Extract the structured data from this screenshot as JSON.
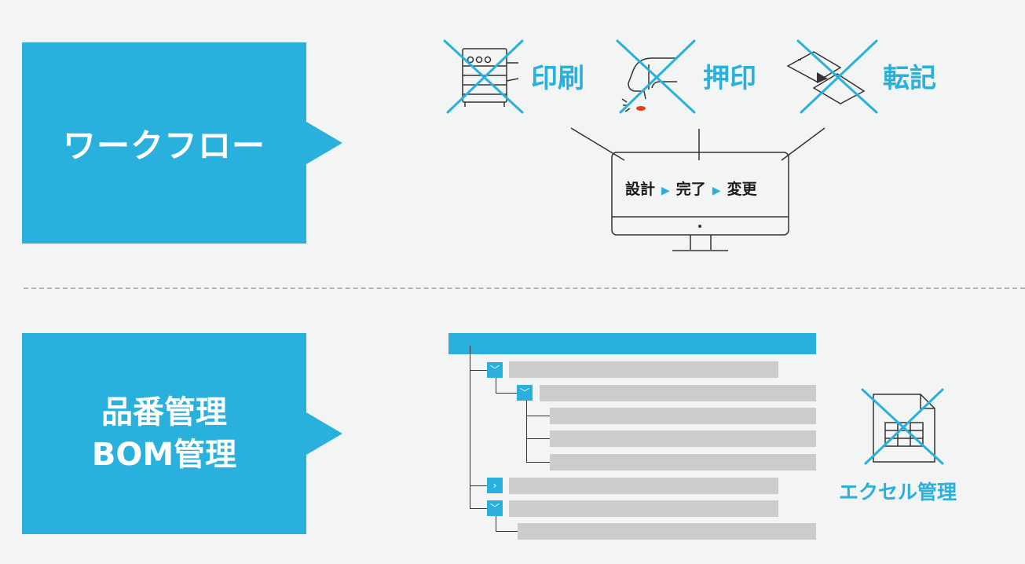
{
  "workflow": {
    "title": "ワークフロー",
    "icons": [
      {
        "icon": "printer-icon",
        "label": "印刷"
      },
      {
        "icon": "stamp-icon",
        "label": "押印"
      },
      {
        "icon": "transfer-icon",
        "label": "転記"
      }
    ],
    "monitor_steps": [
      "設計",
      "完了",
      "変更"
    ]
  },
  "bom": {
    "title_line1": "品番管理",
    "title_line2": "BOM管理",
    "excel_label": "エクセル管理",
    "tree_toggles": [
      {
        "state": "expanded",
        "glyph": "﹀"
      },
      {
        "state": "expanded",
        "glyph": "﹀"
      },
      {
        "state": "collapsed",
        "glyph": "›"
      },
      {
        "state": "expanded",
        "glyph": "﹀"
      }
    ]
  },
  "colors": {
    "accent": "#2ab0dd",
    "background": "#f3f4f4",
    "tree_row": "#cccccc",
    "line": "#333333",
    "stamp_red": "#e2401c"
  }
}
